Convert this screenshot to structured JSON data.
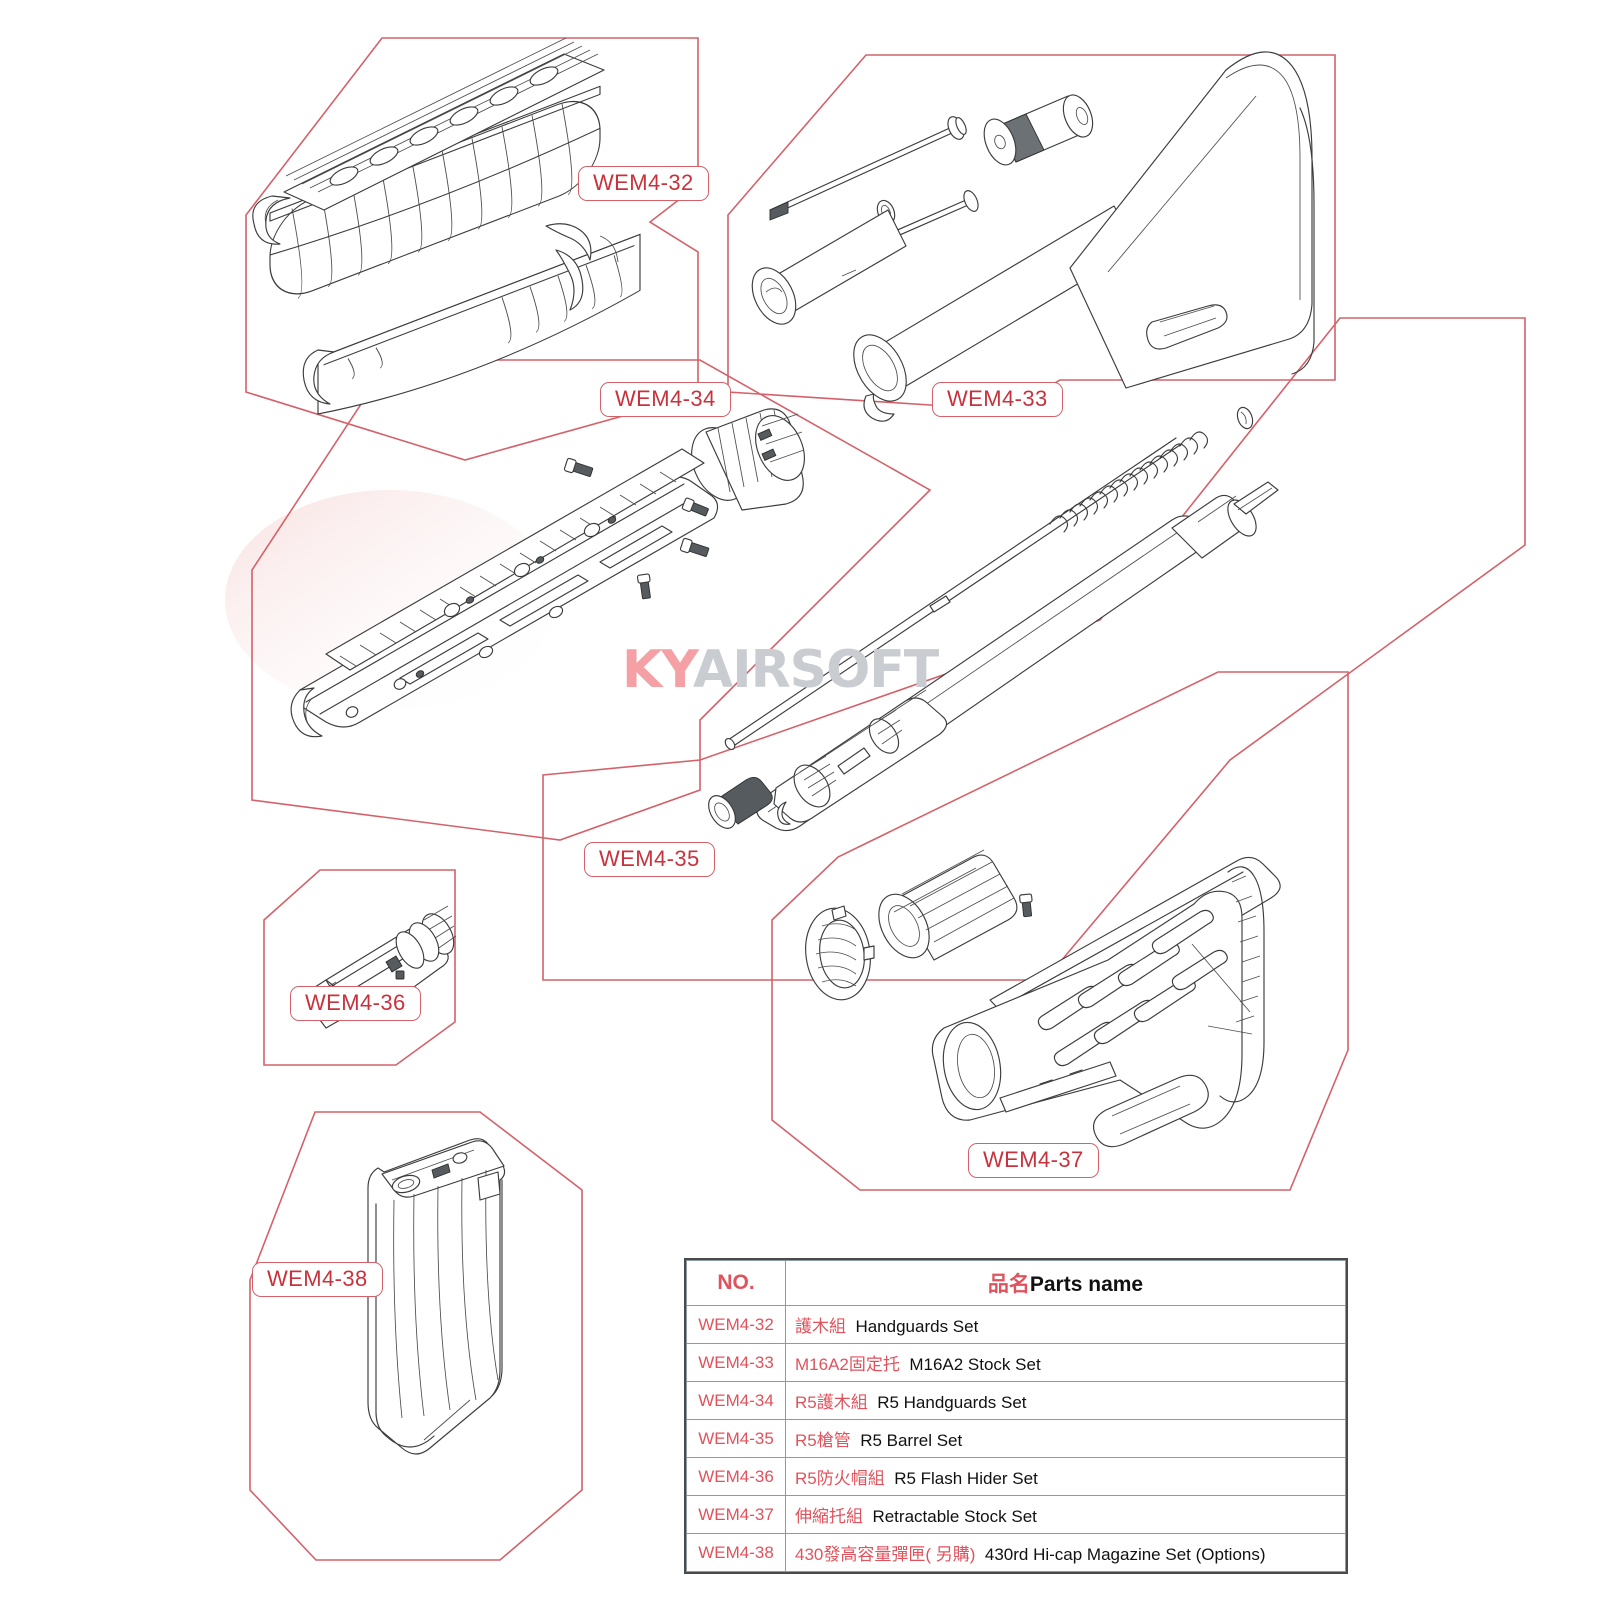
{
  "diagram": {
    "title": "M4 Airsoft Rifle Exploded Parts Diagram",
    "watermark": {
      "brand": "KY",
      "suffix": "AIRSOFT",
      "brand_color": "#f4a0a4",
      "suffix_color": "#c9cdd2"
    },
    "accent_color": "#d4616a",
    "label_text_color": "#c8323c",
    "line_color": "#4a4a4a"
  },
  "callouts": [
    {
      "id": "WEM4-32",
      "label": "WEM4-32",
      "part": "Handguards Set"
    },
    {
      "id": "WEM4-33",
      "label": "WEM4-33",
      "part": "M16A2 Stock Set"
    },
    {
      "id": "WEM4-34",
      "label": "WEM4-34",
      "part": "R5 Handguards Set"
    },
    {
      "id": "WEM4-35",
      "label": "WEM4-35",
      "part": "R5 Barrel Set"
    },
    {
      "id": "WEM4-36",
      "label": "WEM4-36",
      "part": "R5 Flash Hider Set"
    },
    {
      "id": "WEM4-37",
      "label": "WEM4-37",
      "part": "Retractable Stock Set"
    },
    {
      "id": "WEM4-38",
      "label": "WEM4-38",
      "part": "430rd Hi-cap Magazine Set (Options)"
    }
  ],
  "table": {
    "header": {
      "no": "NO.",
      "name_zh": "品名",
      "name_en": "Parts name"
    },
    "rows": [
      {
        "no": "WEM4-32",
        "zh": "護木組",
        "en": "Handguards Set"
      },
      {
        "no": "WEM4-33",
        "zh": "M16A2固定托",
        "en": "M16A2 Stock Set"
      },
      {
        "no": "WEM4-34",
        "zh": "R5護木組",
        "en": "R5 Handguards Set"
      },
      {
        "no": "WEM4-35",
        "zh": "R5槍管",
        "en": "R5 Barrel Set"
      },
      {
        "no": "WEM4-36",
        "zh": "R5防火帽組",
        "en": "R5 Flash Hider Set"
      },
      {
        "no": "WEM4-37",
        "zh": "伸縮托組",
        "en": "Retractable Stock Set"
      },
      {
        "no": "WEM4-38",
        "zh": "430發高容量彈匣( 另購)",
        "en": "430rd Hi-cap Magazine Set (Options)"
      }
    ]
  }
}
